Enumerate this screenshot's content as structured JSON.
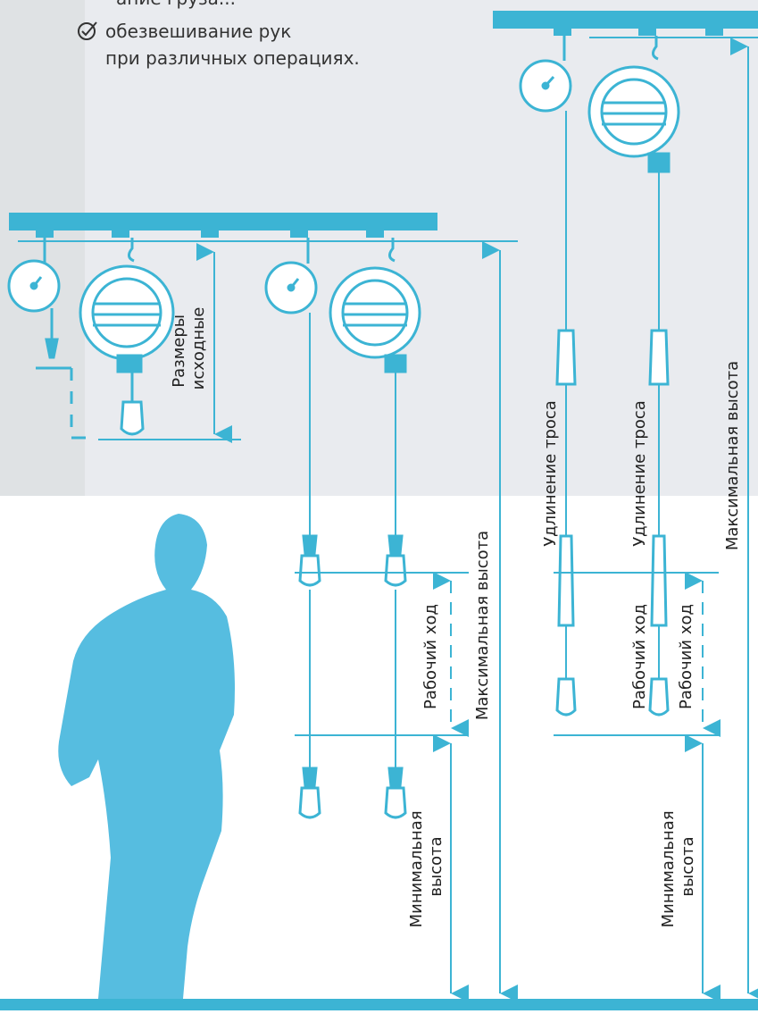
{
  "colors": {
    "accent": "#3cb4d4",
    "silhouette": "#56bde0",
    "gray_panel": "#e8eaee",
    "text": "#222222"
  },
  "bullet": {
    "icon": "check-circle-icon",
    "text": "обезвешивание рук\nпри различных операциях.",
    "partial_above": "ание груза..."
  },
  "labels": {
    "initial_size": "Размеры\nисходные",
    "working_stroke": "Рабочий ход",
    "max_height": "Максимальная высота",
    "min_height": "Минимальная\nвысота",
    "cable_extension": "Удлинение троса"
  }
}
